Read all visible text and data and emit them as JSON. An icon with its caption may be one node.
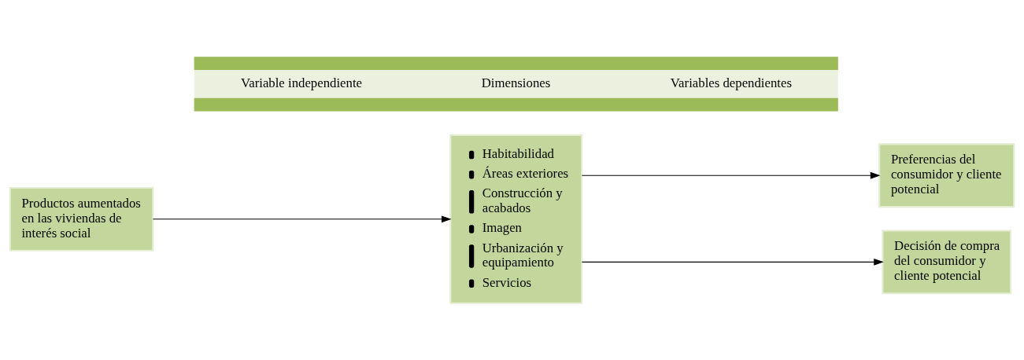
{
  "diagram": {
    "nodes": [
      {
        "text": [
          "Variable independiente",
          "Dimensiones",
          "Variables dependientes"
        ]
      },
      {
        "text": [
          "Productos aumentados en las viviendas de interés social"
        ]
      },
      {
        "text": [
          "Habitabilidad",
          "Áreas exteriores",
          "Construcción y acabados",
          "Imagen",
          "Urbanización y equipamiento",
          "Servicios"
        ]
      },
      {
        "text": [
          "Preferencias del consumidor y cliente potencial"
        ]
      },
      {
        "text": [
          "Decisión de compra del consumidor y cliente potencial"
        ]
      }
    ],
    "edges": [
      {
        "from": 1,
        "to": 2,
        "arrow": "to"
      },
      {
        "from": 2,
        "to": 3,
        "arrow": "to"
      },
      {
        "from": 2,
        "to": 4,
        "arrow": "to"
      }
    ]
  }
}
